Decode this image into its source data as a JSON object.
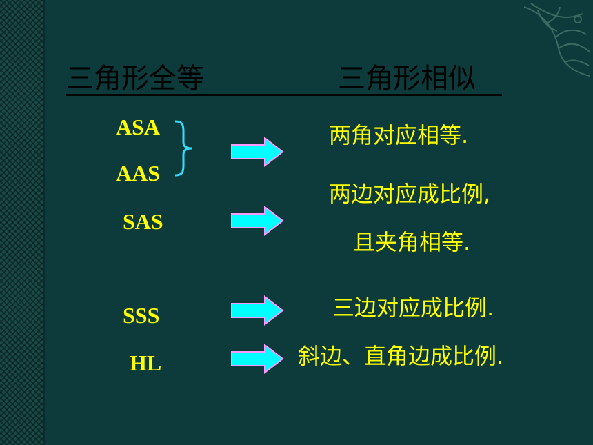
{
  "headings": {
    "left": "三角形全等",
    "right": "三角形相似"
  },
  "rows": [
    {
      "cases": [
        "ASA",
        "AAS"
      ],
      "result": "两角对应相等."
    },
    {
      "cases": [
        "SAS"
      ],
      "result_lines": [
        "两边对应成比例,",
        "且夹角相等."
      ]
    },
    {
      "cases": [
        "SSS"
      ],
      "result": "三边对应成比例."
    },
    {
      "cases": [
        "HL"
      ],
      "result": "斜边、直角边成比例."
    }
  ],
  "colors": {
    "background": "#0d3a3a",
    "text_yellow": "#ffff00",
    "arrow_fill": "#00ffff",
    "arrow_outline": "#ff99ff",
    "brace": "#33ddff"
  },
  "icons": [
    "right-arrow-icon",
    "curly-brace-icon",
    "phoenix-ornament-icon"
  ]
}
